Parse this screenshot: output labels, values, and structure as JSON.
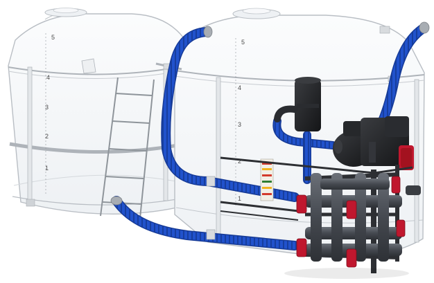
{
  "scene": {
    "subject": "",
    "colors": {
      "tank_outline": "#b9bec4",
      "tank_fill": "#f4f6f8",
      "hose_blue": "#1f4fc4",
      "hose_dark": "#163a96",
      "pump_black": "#1e1f22",
      "manifold_gray": "#4b4f56",
      "valve_red": "#c0172e",
      "frame_dark": "#2d2f33"
    },
    "left_tank_scale": [
      "5",
      "4",
      "3",
      "2",
      "1"
    ],
    "right_tank_scale": [
      "5",
      "4",
      "3",
      "2",
      "1"
    ]
  }
}
